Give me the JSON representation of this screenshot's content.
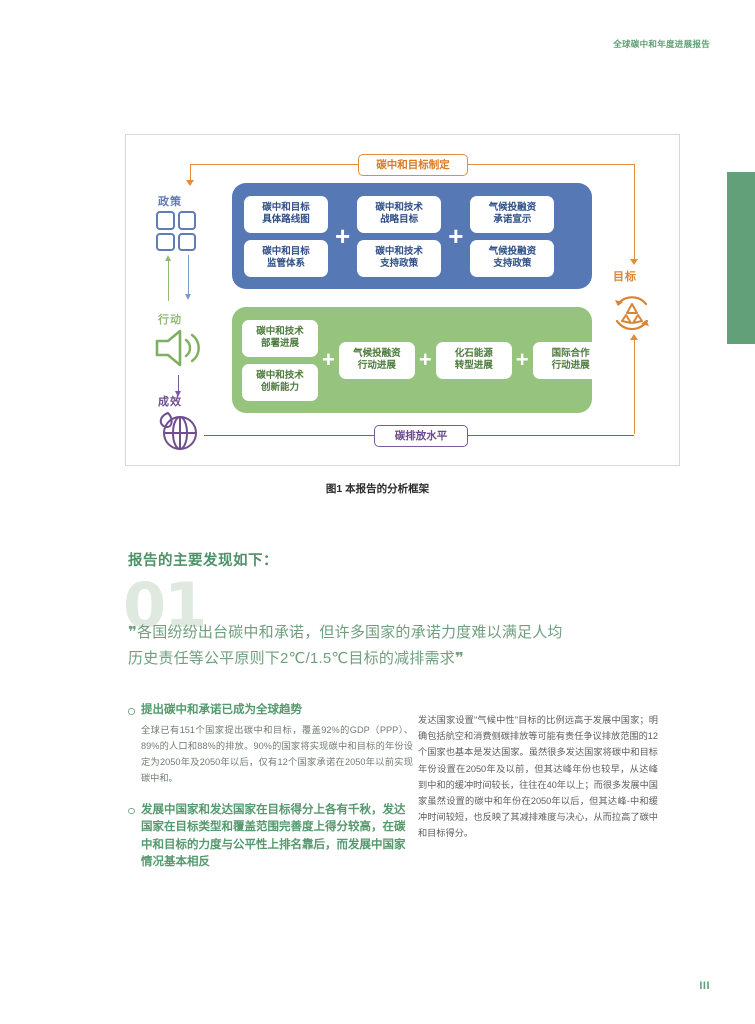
{
  "header": {
    "running_title": "全球碳中和年度进展报告"
  },
  "page": {
    "number": "III"
  },
  "figure": {
    "caption": "图1 本报告的分析框架",
    "rail": {
      "policy_label": "政策",
      "action_label": "行动",
      "effect_label": "成效",
      "goal_label": "目标"
    },
    "top_pill": "碳中和目标制定",
    "bottom_pill": "碳排放水平",
    "policy_band": {
      "groups": [
        {
          "chips": [
            "碳中和目标\n具体路线图",
            "碳中和目标\n监管体系"
          ]
        },
        {
          "chips": [
            "碳中和技术\n战略目标",
            "碳中和技术\n支持政策"
          ]
        },
        {
          "chips": [
            "气候投融资\n承诺宣示",
            "气候投融资\n支持政策"
          ]
        }
      ],
      "separator": "+"
    },
    "action_band": {
      "groups": [
        {
          "chips": [
            "碳中和技术\n部署进展",
            "碳中和技术\n创新能力"
          ]
        },
        {
          "chips": [
            "气候投融资\n行动进展"
          ]
        },
        {
          "chips": [
            "化石能源\n转型进展"
          ]
        },
        {
          "chips": [
            "国际合作\n行动进展"
          ]
        }
      ],
      "separator": "+"
    },
    "colors": {
      "policy_band": "#5678b4",
      "action_band": "#96c47e",
      "goal_accent": "#d98435",
      "effect_accent": "#6f4f8f"
    }
  },
  "findings": {
    "title": "报告的主要发现如下：",
    "number": "01",
    "quote_open": "❞",
    "quote_close": "❞",
    "quote_lines": [
      "各国纷纷出台碳中和承诺，但许多国家的承诺力度难以满足人均",
      "历史责任等公平原则下2℃/1.5℃目标的减排需求"
    ],
    "bullets": [
      {
        "heading": "提出碳中和承诺已成为全球趋势",
        "body": "全球已有151个国家提出碳中和目标，覆盖92%的GDP（PPP）、89%的人口和88%的排放。90%的国家将实现碳中和目标的年份设定为2050年及2050年以后，仅有12个国家承诺在2050年以前实现碳中和。"
      },
      {
        "heading": "发展中国家和发达国家在目标得分上各有千秋，发达国家在目标类型和覆盖范围完善度上得分较高，在碳中和目标的力度与公平性上排名靠后，而发展中国家情况基本相反",
        "body": ""
      }
    ],
    "right_column": "发达国家设置\"气候中性\"目标的比例远高于发展中国家；明确包括航空和消费侧碳排放等可能有责任争议排放范围的12个国家也基本是发达国家。虽然很多发达国家将碳中和目标年份设置在2050年及以前，但其达峰年份也较早，从达峰到中和的缓冲时间较长，往往在40年以上；而很多发展中国家虽然设置的碳中和年份在2050年以后，但其达峰-中和缓冲时间较短，也反映了其减排难度与决心，从而拉高了碳中和目标得分。"
  }
}
